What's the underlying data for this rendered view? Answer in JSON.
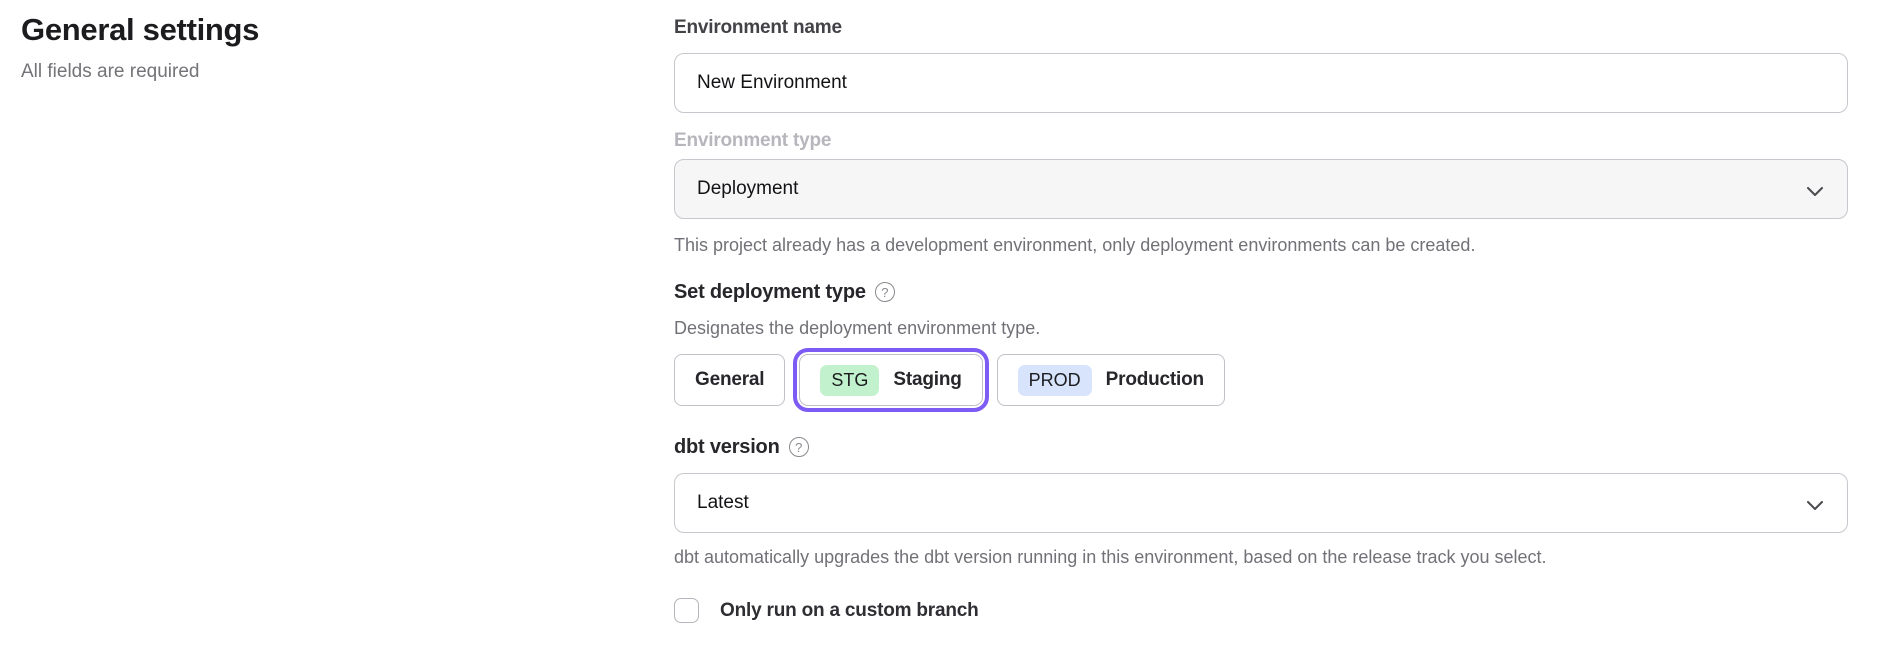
{
  "page": {
    "title": "General settings",
    "subtitle": "All fields are required"
  },
  "form": {
    "environment_name": {
      "label": "Environment name",
      "value": "New Environment"
    },
    "environment_type": {
      "label": "Environment type",
      "value": "Deployment",
      "disabled": true,
      "helper": "This project already has a development environment, only deployment environments can be created."
    },
    "deployment_type": {
      "heading": "Set deployment type",
      "helper": "Designates the deployment environment type.",
      "options": [
        {
          "label": "General",
          "badge": "",
          "selected": false
        },
        {
          "label": "Staging",
          "badge": "STG",
          "selected": true
        },
        {
          "label": "Production",
          "badge": "PROD",
          "selected": false
        }
      ]
    },
    "dbt_version": {
      "heading": "dbt version",
      "value": "Latest",
      "helper": "dbt automatically upgrades the dbt version running in this environment, based on the release track you select."
    },
    "custom_branch": {
      "label": "Only run on a custom branch",
      "checked": false
    }
  },
  "icons": {
    "help_glyph": "?"
  },
  "colors": {
    "accent_purple": "#7c5cf4",
    "badge_staging_bg": "#c1f2cd",
    "badge_production_bg": "#d7e4fc",
    "select_disabled_bg": "#f6f6f7",
    "border_gray": "#c7c7cd"
  }
}
